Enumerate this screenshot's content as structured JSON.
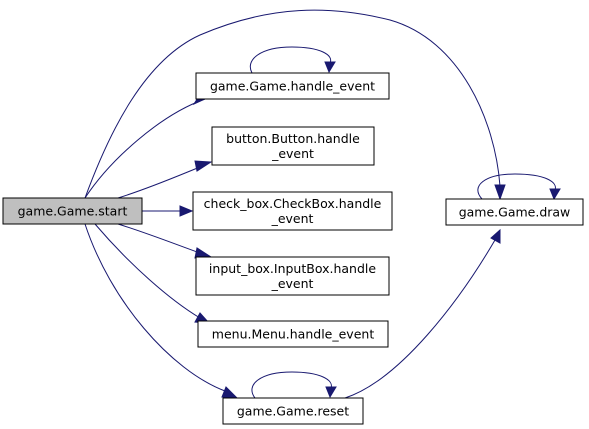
{
  "diagram": {
    "nodes": [
      {
        "id": "start",
        "lines": [
          "game.Game.start"
        ],
        "root": true
      },
      {
        "id": "game_handle",
        "lines": [
          "game.Game.handle_event"
        ]
      },
      {
        "id": "button_handle",
        "lines": [
          "button.Button.handle",
          "_event"
        ]
      },
      {
        "id": "checkbox_handle",
        "lines": [
          "check_box.CheckBox.handle",
          "_event"
        ]
      },
      {
        "id": "input_handle",
        "lines": [
          "input_box.InputBox.handle",
          "_event"
        ]
      },
      {
        "id": "menu_handle",
        "lines": [
          "menu.Menu.handle_event"
        ]
      },
      {
        "id": "reset",
        "lines": [
          "game.Game.reset"
        ]
      },
      {
        "id": "draw",
        "lines": [
          "game.Game.draw"
        ]
      }
    ],
    "edges": [
      {
        "from": "start",
        "to": "draw"
      },
      {
        "from": "start",
        "to": "game_handle"
      },
      {
        "from": "start",
        "to": "button_handle"
      },
      {
        "from": "start",
        "to": "checkbox_handle"
      },
      {
        "from": "start",
        "to": "input_handle"
      },
      {
        "from": "start",
        "to": "menu_handle"
      },
      {
        "from": "start",
        "to": "reset"
      },
      {
        "from": "game_handle",
        "to": "game_handle"
      },
      {
        "from": "reset",
        "to": "reset"
      },
      {
        "from": "reset",
        "to": "draw"
      },
      {
        "from": "draw",
        "to": "draw"
      }
    ],
    "colors": {
      "edge": "#191970",
      "root_fill": "#bfbfbf",
      "node_fill": "#ffffff",
      "border": "#000000"
    }
  }
}
